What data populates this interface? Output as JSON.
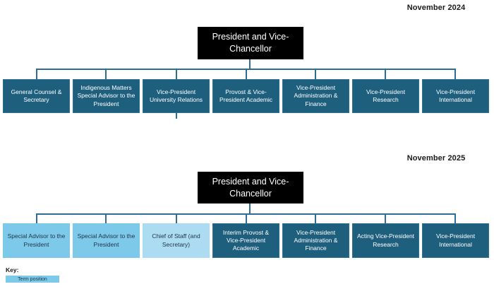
{
  "charts": [
    {
      "date_label": "November 2024",
      "root": "President and Vice-Chancellor",
      "children": [
        {
          "label": "General Counsel & Secretary",
          "position_type": "regular"
        },
        {
          "label": "Indigenous Matters Special Advisor to the President",
          "position_type": "regular"
        },
        {
          "label": "Vice-President University Relations",
          "position_type": "regular"
        },
        {
          "label": "Provost & Vice-President Academic",
          "position_type": "regular"
        },
        {
          "label": "Vice-President Administration & Finance",
          "position_type": "regular"
        },
        {
          "label": "Vice-President Research",
          "position_type": "regular"
        },
        {
          "label": "Vice-President International",
          "position_type": "regular"
        }
      ]
    },
    {
      "date_label": "November 2025",
      "root": "President and Vice-Chancellor",
      "children": [
        {
          "label": "Special Advisor to the President",
          "position_type": "term"
        },
        {
          "label": "Special Advisor to the President",
          "position_type": "term"
        },
        {
          "label": "Chief of Staff (and Secretary)",
          "position_type": "term_alt"
        },
        {
          "label": "Interim Provost & Vice-President Academic",
          "position_type": "regular"
        },
        {
          "label": "Vice-President Administration & Finance",
          "position_type": "regular"
        },
        {
          "label": "Acting Vice-President Research",
          "position_type": "regular"
        },
        {
          "label": "Vice-President International",
          "position_type": "regular"
        }
      ]
    }
  ],
  "key": {
    "label": "Key:",
    "items": [
      {
        "label": "Term position",
        "color_key": "term"
      }
    ]
  },
  "colors": {
    "root": "#000000",
    "regular": "#1e5f7e",
    "term": "#7dc9ea",
    "term_alt": "#abdcf1",
    "connector": "#2e6e96"
  }
}
